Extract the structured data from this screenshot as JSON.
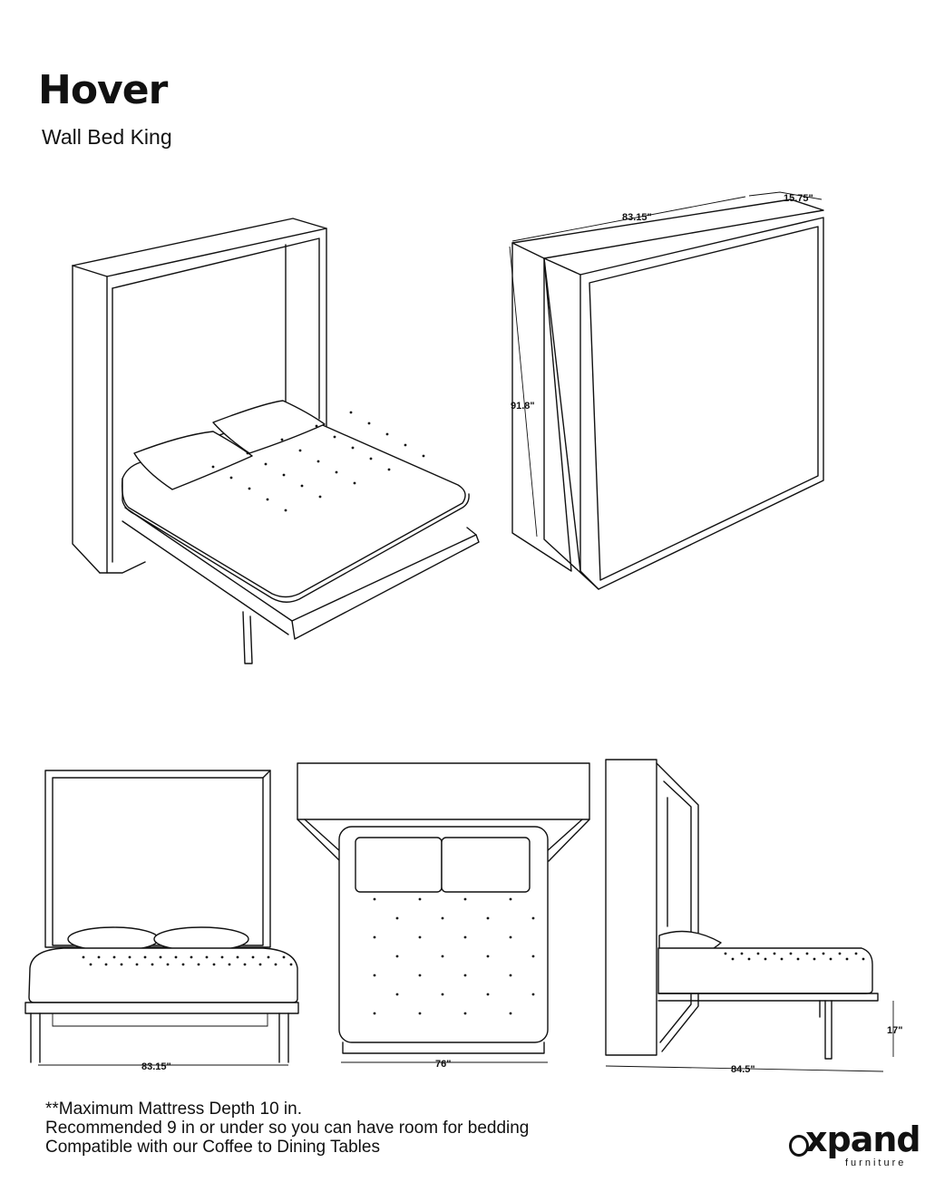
{
  "header": {
    "title": "Hover",
    "subtitle": "Wall Bed King"
  },
  "dimensions": {
    "depth": "15.75\"",
    "width": "83.15\"",
    "height": "91.8\"",
    "front_width": "83.15\"",
    "top_width": "76\"",
    "side_length": "84.5\"",
    "side_height": "17\""
  },
  "notes": [
    "**Maximum Mattress Depth 10 in.",
    "Recommended 9 in or under so you can have room for bedding",
    "Compatible with our Coffee to Dining Tables"
  ],
  "logo": {
    "word": "xpand",
    "sub": "furniture"
  },
  "colors": {
    "line": "#111111",
    "background": "#ffffff"
  }
}
